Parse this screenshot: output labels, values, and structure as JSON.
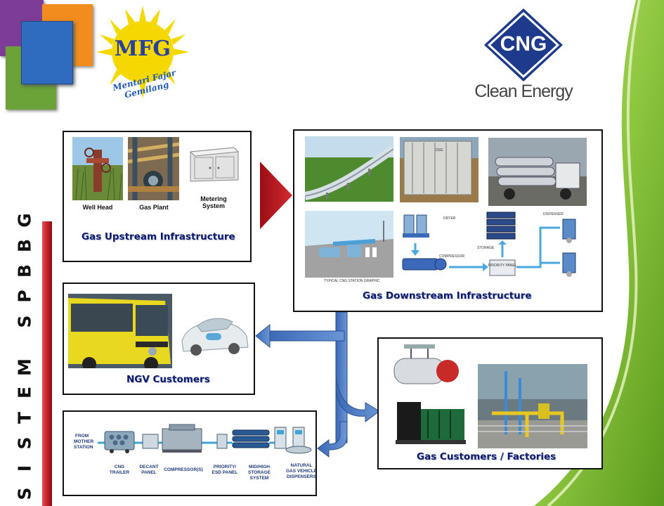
{
  "side_title": "S I S T E M  S P B B G",
  "side_letters": [
    "S",
    "I",
    "S",
    "T",
    "E",
    "M",
    "S",
    "P",
    "B",
    "B",
    "G"
  ],
  "mfg_logo": {
    "initials": "MFG",
    "tagline": "Mentari Fajar Gemilang"
  },
  "cng_logo": {
    "mark": "CNG",
    "tagline": "Clean Energy"
  },
  "upstream": {
    "caption": "Gas Upstream Infrastructure",
    "items": [
      {
        "label": "Well Head"
      },
      {
        "label": "Gas Plant"
      },
      {
        "label": "Metering System"
      }
    ]
  },
  "downstream": {
    "caption": "Gas Downstream Infrastructure",
    "station_caption": "TYPICAL CNG STATION GRAPHIC",
    "process_labels": {
      "dryer": "DRYER",
      "compressor": "COMPRESSOR",
      "storage": "STORAGE",
      "priority": "PRIORITY PANEL",
      "dispenser": "DISPENSER"
    },
    "container_text": "CNG"
  },
  "ngv": {
    "caption": "NGV Customers"
  },
  "factories": {
    "caption": "Gas Customers  / Factories"
  },
  "flow": {
    "from": "FROM MOTHER STATION",
    "steps": [
      {
        "label": "CNG TRAILER"
      },
      {
        "label": "DECANT PANEL"
      },
      {
        "label": "COMPRESSOR(S)"
      },
      {
        "label": "PRIORITY/ ESD PANEL"
      },
      {
        "label": "MID/HIGH STORAGE SYSTEM"
      },
      {
        "label": "NATURAL GAS VEHICLE DISPENSERS"
      }
    ]
  },
  "colors": {
    "navy": "#0d1a6b",
    "arrow_blue": "#4a78c0",
    "red_arrow": "#c4141c",
    "green_swoosh": "#8dc63f",
    "bar_red": "#c8202a"
  }
}
